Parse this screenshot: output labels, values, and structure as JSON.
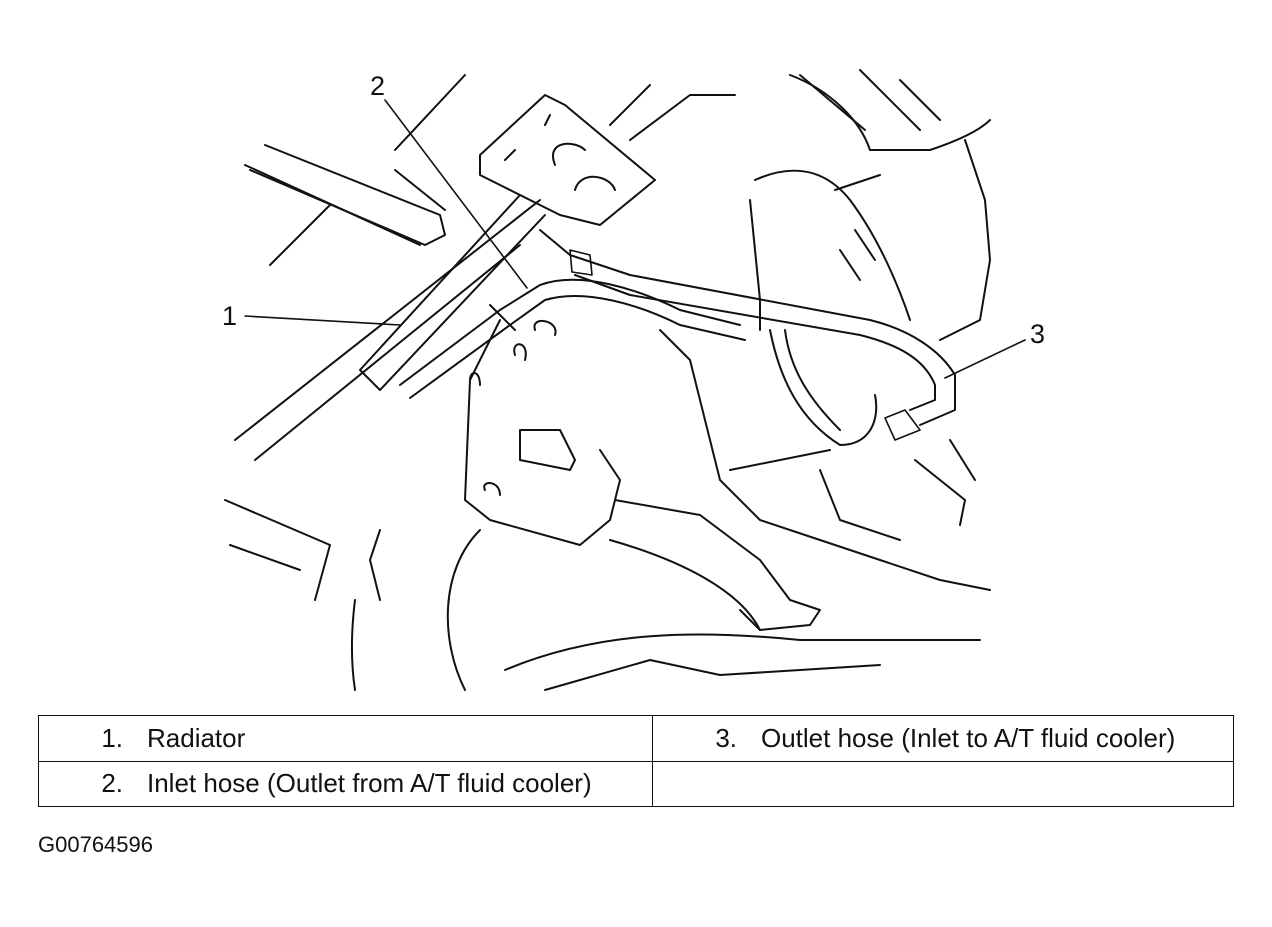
{
  "callouts": {
    "one": "1",
    "two": "2",
    "three": "3"
  },
  "legend": {
    "rows": [
      [
        {
          "num": "1.",
          "text": "Radiator"
        },
        {
          "num": "3.",
          "text": "Outlet hose (Inlet to A/T fluid cooler)"
        }
      ],
      [
        {
          "num": "2.",
          "text": "Inlet hose (Outlet from A/T fluid cooler)"
        },
        {
          "num": "",
          "text": ""
        }
      ]
    ]
  },
  "figure_id": "G00764596"
}
